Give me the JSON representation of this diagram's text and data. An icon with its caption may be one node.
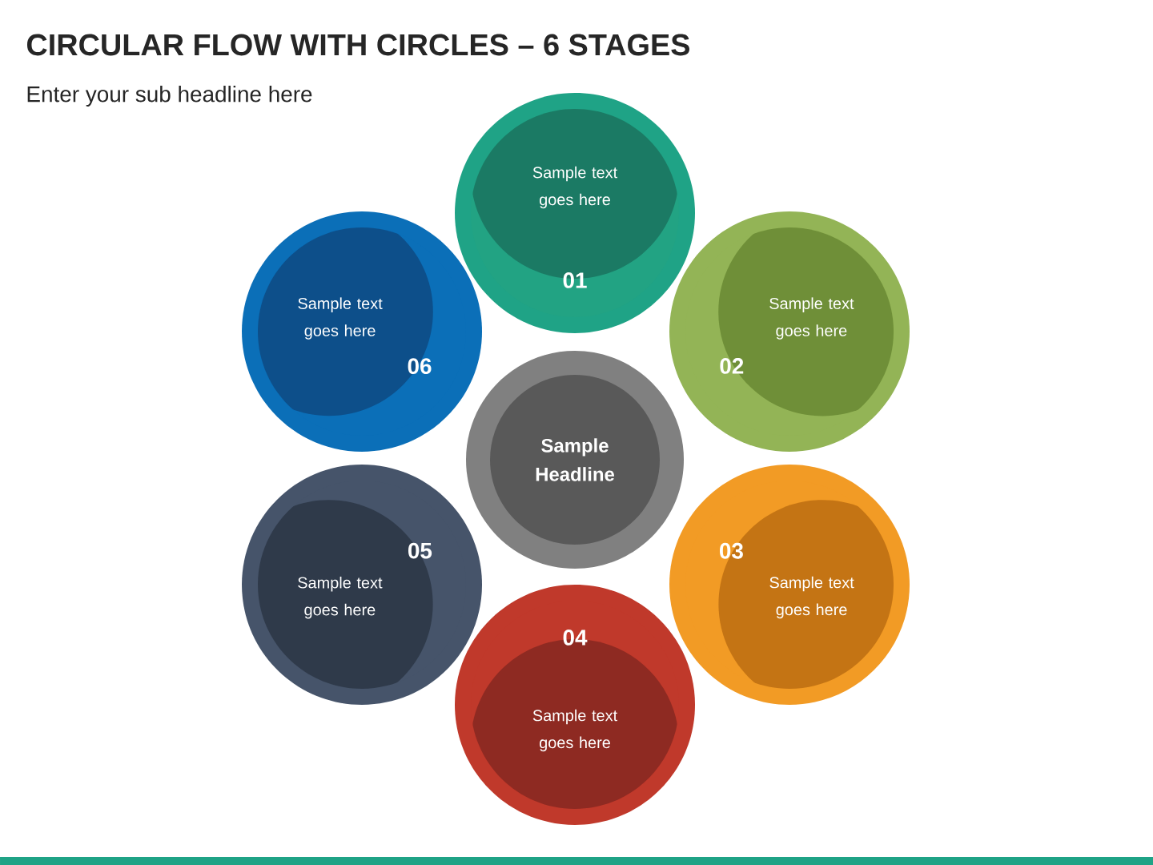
{
  "diagram": {
    "title": "CIRCULAR FLOW WITH CIRCLES – 6 STAGES",
    "nodes": [
      {
        "text": [
          "Sample Headline"
        ]
      },
      {
        "text": [
          "Sample text goes here",
          "01"
        ]
      },
      {
        "text": [
          "Sample text goes here",
          "02"
        ]
      },
      {
        "text": [
          "03",
          "Sample text goes here"
        ]
      },
      {
        "text": [
          "04",
          "Sample text goes here"
        ]
      },
      {
        "text": [
          "05",
          "Sample text goes here"
        ]
      },
      {
        "text": [
          "Sample text goes here",
          "06"
        ]
      }
    ],
    "labels": [
      "Enter your sub headline here"
    ]
  }
}
